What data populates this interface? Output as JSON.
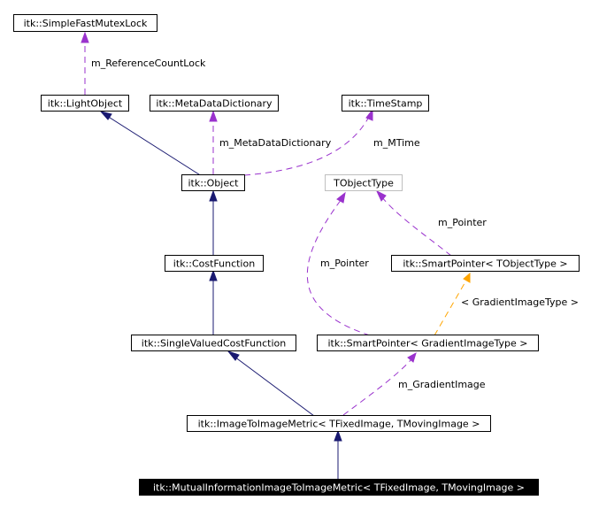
{
  "diagram": {
    "colors": {
      "inheritance": "#191970",
      "usage": "#9a32cd",
      "template": "#ffa500"
    },
    "nodes": {
      "mutex": "itk::SimpleFastMutexLock",
      "lightobject": "itk::LightObject",
      "metadict": "itk::MetaDataDictionary",
      "timestamp": "itk::TimeStamp",
      "object": "itk::Object",
      "tobjecttype": "TObjectType",
      "costfunction": "itk::CostFunction",
      "smartptr_t": "itk::SmartPointer< TObjectType >",
      "singlevalued": "itk::SingleValuedCostFunction",
      "smartptr_g": "itk::SmartPointer< GradientImageType >",
      "imagetoimage": "itk::ImageToImageMetric< TFixedImage, TMovingImage >",
      "mutualinfo": "itk::MutualInformationImageToImageMetric< TFixedImage, TMovingImage >"
    },
    "edge_labels": {
      "refcount": "m_ReferenceCountLock",
      "metadict": "m_MetaDataDictionary",
      "mtime": "m_MTime",
      "pointer_t": "m_Pointer",
      "pointer_g": "m_Pointer",
      "template_arg": "< GradientImageType >",
      "gradient": "m_GradientImage"
    }
  }
}
